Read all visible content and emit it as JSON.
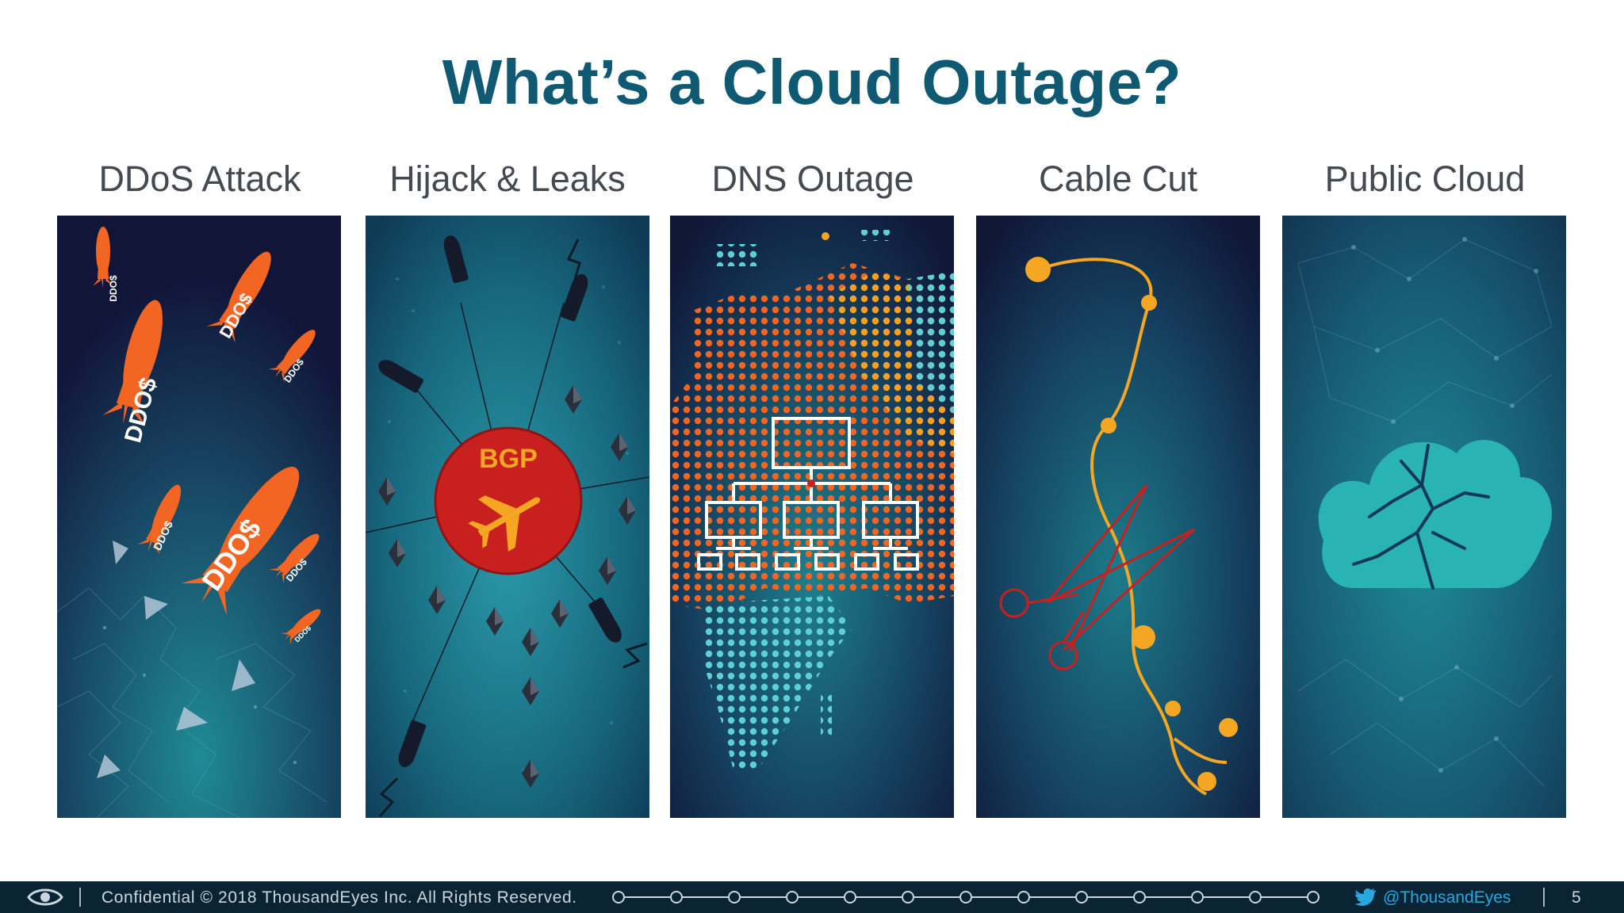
{
  "slide": {
    "title": "What’s a Cloud Outage?",
    "page_number": "5"
  },
  "columns": [
    {
      "label": "DDoS Attack",
      "icon": "ddos-bombs-illustration"
    },
    {
      "label": "Hijack & Leaks",
      "icon": "bgp-hijack-illustration",
      "badge": "BGP"
    },
    {
      "label": "DNS Outage",
      "icon": "dns-hierarchy-illustration"
    },
    {
      "label": "Cable Cut",
      "icon": "scissors-cable-illustration"
    },
    {
      "label": "Public Cloud",
      "icon": "broken-cloud-illustration"
    }
  ],
  "bomb_label": "DDO$",
  "footer": {
    "confidential": "Confidential  © 2018 ThousandEyes Inc. All Rights Reserved.",
    "twitter_handle": "@ThousandEyes"
  },
  "colors": {
    "title": "#0f5a72",
    "orange": "#f26522",
    "teal": "#2ab3b3",
    "yellow": "#f5a623",
    "red": "#c8201e",
    "panel_dark": "#10183a",
    "footer_bg": "#0b2434"
  }
}
